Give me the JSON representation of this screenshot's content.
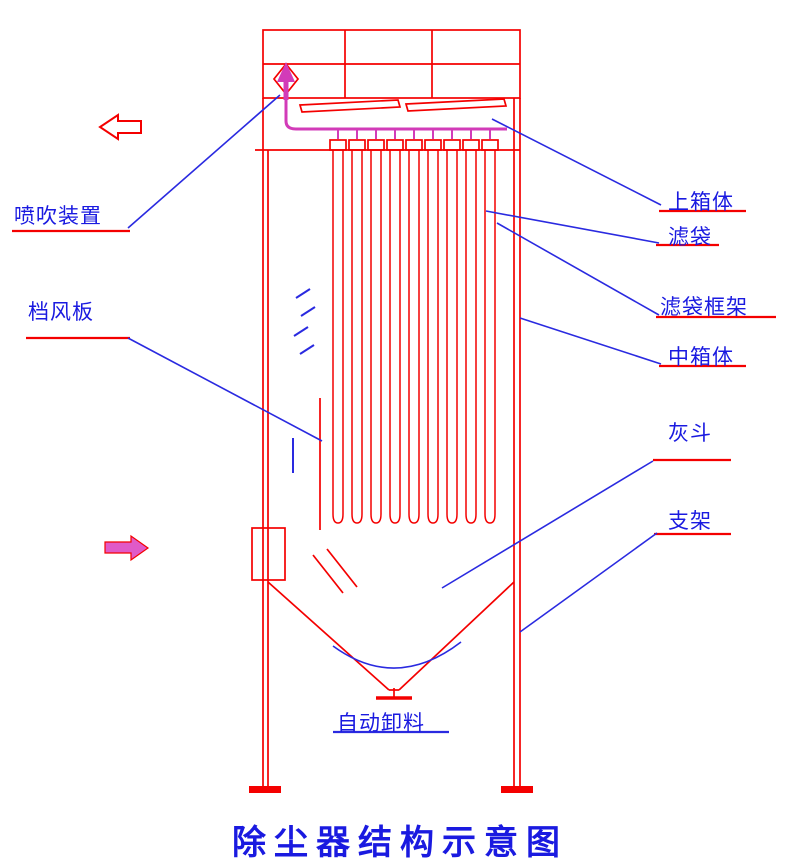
{
  "diagram": {
    "title": "除尘器结构示意图",
    "labels": {
      "blow_device": "喷吹装置",
      "wind_baffle": "档风板",
      "upper_box": "上箱体",
      "filter_bag": "滤袋",
      "bag_cage": "滤袋框架",
      "middle_box": "中箱体",
      "ash_hopper": "灰斗",
      "support": "支架",
      "auto_discharge": "自动卸料"
    },
    "colors": {
      "drawing_line": "#f40000",
      "label_text": "#1a1ae0",
      "leader_line": "#2a2ae0",
      "pulse_pipe": "#d23bb8"
    }
  }
}
